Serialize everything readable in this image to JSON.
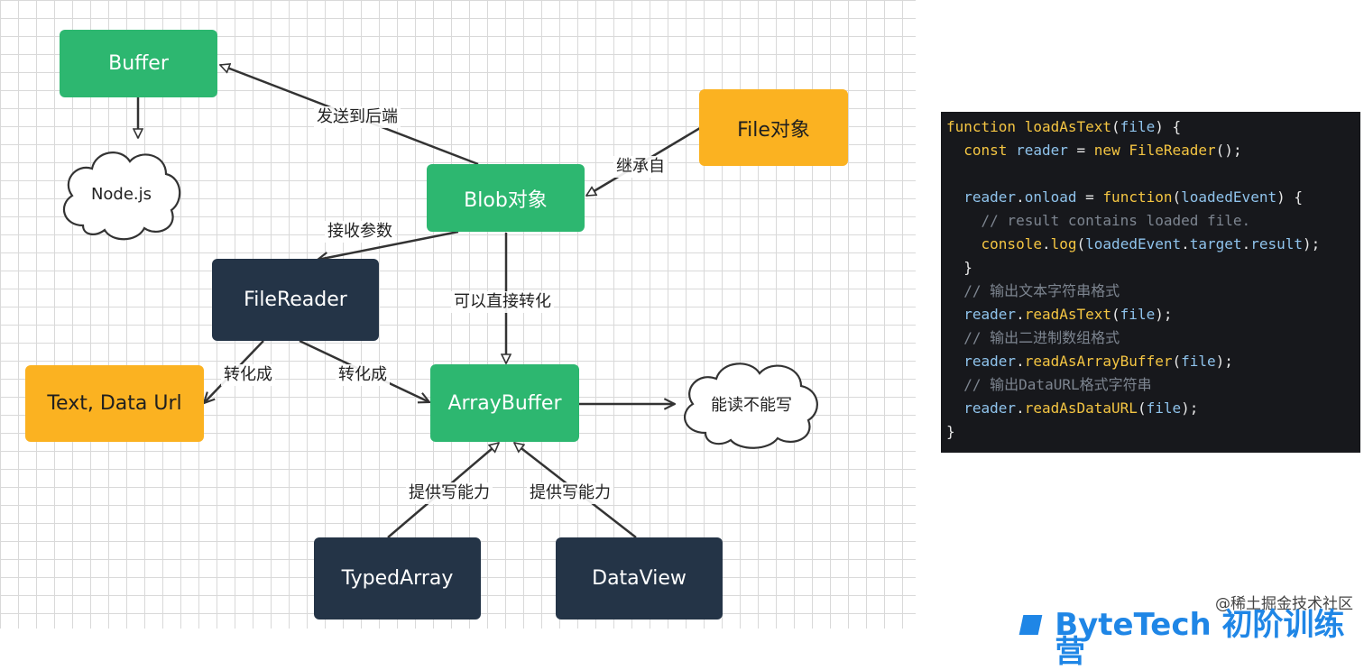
{
  "diagram": {
    "nodes": {
      "buffer": "Buffer",
      "nodejs": "Node.js",
      "file": "File对象",
      "blob": "Blob对象",
      "filereader": "FileReader",
      "text_dataurl": "Text, Data Url",
      "arraybuffer": "ArrayBuffer",
      "readonly": "能读不能写",
      "typedarray": "TypedArray",
      "dataview": "DataView"
    },
    "edge_labels": {
      "blob_to_buffer": "发送到后端",
      "file_to_blob": "继承自",
      "blob_to_filereader": "接收参数",
      "blob_to_arraybuffer": "可以直接转化",
      "filereader_to_text": "转化成",
      "filereader_to_arraybuffer": "转化成",
      "typedarray_to_arraybuffer": "提供写能力",
      "dataview_to_arraybuffer": "提供写能力"
    },
    "colors": {
      "green": "#2db770",
      "orange": "#fbb221",
      "navy": "#243447"
    }
  },
  "code": {
    "lines": [
      "function loadAsText(file) {",
      "  const reader = new FileReader();",
      "",
      "  reader.onload = function(loadedEvent) {",
      "    // result contains loaded file.",
      "    console.log(loadedEvent.target.result);",
      "  }",
      "  // 输出文本字符串格式",
      "  reader.readAsText(file);",
      "  // 输出二进制数组格式",
      "  reader.readAsArrayBuffer(file);",
      "  // 输出DataURL格式字符串",
      "  reader.readAsDataURL(file);",
      "}"
    ]
  },
  "watermark": "@稀土掘金技术社区",
  "brand": "ByteTech 初阶训练营"
}
